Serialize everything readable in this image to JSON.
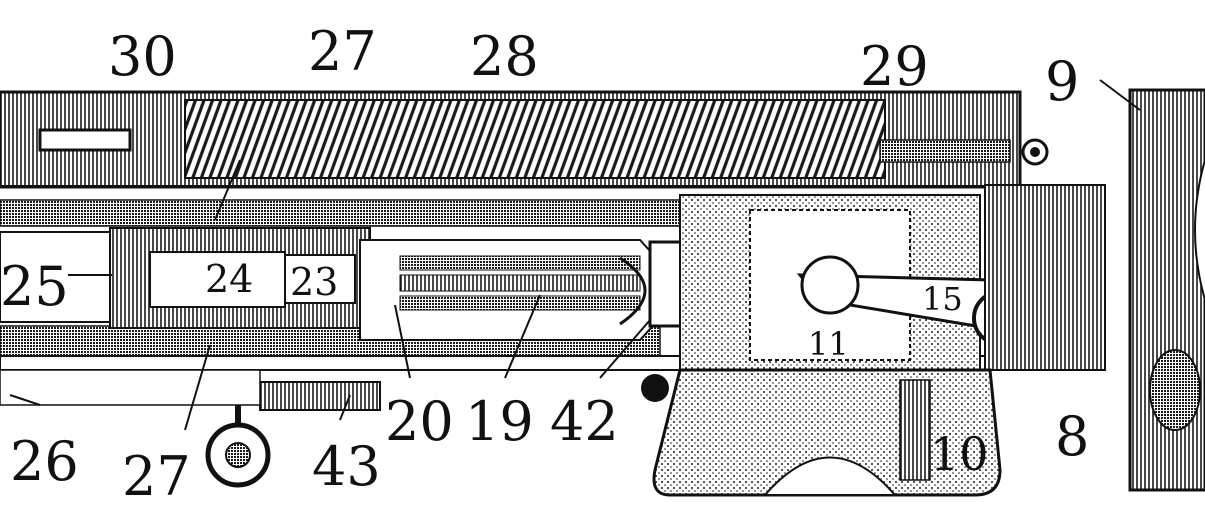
{
  "colors": {
    "ink": "#111111",
    "paper": "#ffffff",
    "hatch": "#1a1a1a"
  },
  "labels": {
    "top": [
      "30",
      "27",
      "28",
      "29",
      "9"
    ],
    "left": [
      "25"
    ],
    "inline": [
      "24",
      "23",
      "15",
      "11"
    ],
    "bottom": [
      "26",
      "27",
      "43",
      "20",
      "19",
      "42",
      "10",
      "8"
    ]
  }
}
